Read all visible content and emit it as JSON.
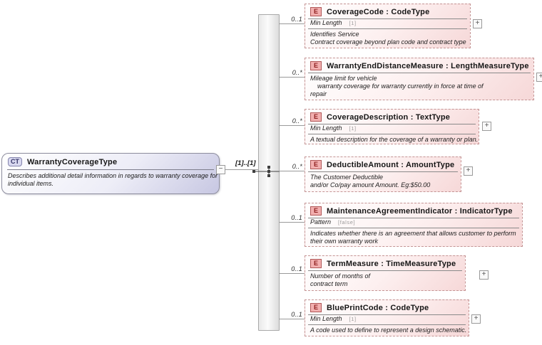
{
  "colors": {
    "element_border": "#c49494",
    "element_badge_bg": "#f2b0b0",
    "element_badge_border": "#b05858",
    "element_fill": "#f6d8d8",
    "root_fill": "#c7c7e2",
    "root_badge_bg": "#d9d9f0",
    "connector_line": "#9a9a9a"
  },
  "root": {
    "badge": "CT",
    "title": "WarrantyCoverageType",
    "description_lines": [
      "Describes additional detail information in regards to warranty coverage for",
      "individual items."
    ],
    "collapse_glyph": "−"
  },
  "connector": {
    "cardinality_label": "[1]..[1]",
    "compositor": "sequence"
  },
  "elements": [
    {
      "badge": "E",
      "title": "CoverageCode : CodeType",
      "cardinality": "0..1",
      "facet_name": "Min Length",
      "facet_value": "[1]",
      "description_lines": [
        "Identifies Service",
        "Contract coverage beyond plan code and contract type"
      ],
      "expand_glyph": "+"
    },
    {
      "badge": "E",
      "title": "WarrantyEndDistanceMeasure : LengthMeasureType",
      "cardinality": "0..*",
      "description_lines": [
        "Mileage limit for vehicle",
        "    warranty coverage for warranty currently in force at time of",
        "repair"
      ],
      "expand_glyph": "+"
    },
    {
      "badge": "E",
      "title": "CoverageDescription : TextType",
      "cardinality": "0..*",
      "facet_name": "Min Length",
      "facet_value": "[1]",
      "description_lines": [
        "A textual description for the coverage of a warranty or plan."
      ],
      "expand_glyph": "+"
    },
    {
      "badge": "E",
      "title": "DeductibleAmount : AmountType",
      "cardinality": "0..*",
      "description_lines": [
        "The Customer Deductible",
        "and/or Co/pay amount Amount. Eg:$50.00"
      ],
      "expand_glyph": "+"
    },
    {
      "badge": "E",
      "title": "MaintenanceAgreementIndicator : IndicatorType",
      "cardinality": "0..1",
      "facet_name": "Pattern",
      "facet_value": "[false]",
      "description_lines": [
        "Indicates whether there is an agreement that allows customer to perform",
        "their own warranty work"
      ]
    },
    {
      "badge": "E",
      "title": "TermMeasure : TimeMeasureType",
      "cardinality": "0..1",
      "description_lines": [
        "Number of months of",
        "contract term"
      ],
      "expand_glyph": "+"
    },
    {
      "badge": "E",
      "title": "BluePrintCode : CodeType",
      "cardinality": "0..1",
      "facet_name": "Min Length",
      "facet_value": "[1]",
      "description_lines": [
        "A code used to define to represent a design schematic."
      ],
      "expand_glyph": "+"
    }
  ]
}
